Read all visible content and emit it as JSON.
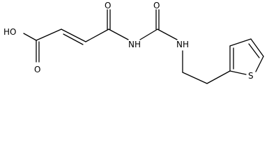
{
  "structure": {
    "atom_labels": {
      "hydroxyl": "HO",
      "carboxyl_oxygen": "O",
      "amide_oxygen": "O",
      "imide_nitrogen": "NH",
      "urea_oxygen": "O",
      "amine_nitrogen": "NH",
      "sulfur": "S"
    }
  }
}
